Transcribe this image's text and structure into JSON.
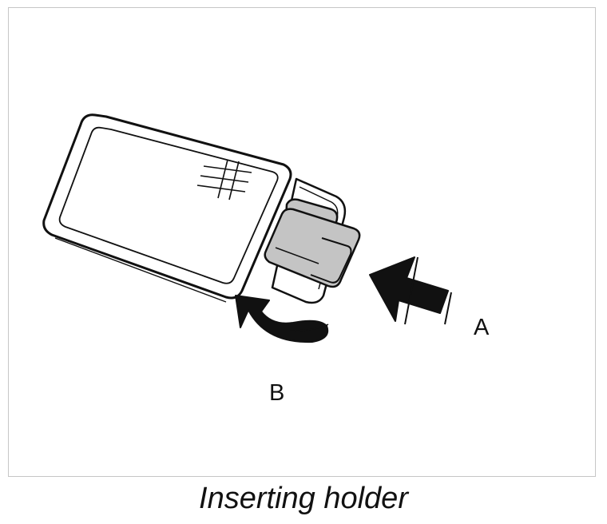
{
  "figure": {
    "callouts": {
      "a": "A",
      "b": "B"
    },
    "colors": {
      "outline": "#111111",
      "holder_fill": "#c4c4c4",
      "arrow_fill": "#111111",
      "frame_border": "#c6c6c6"
    }
  },
  "caption": "Inserting holder"
}
